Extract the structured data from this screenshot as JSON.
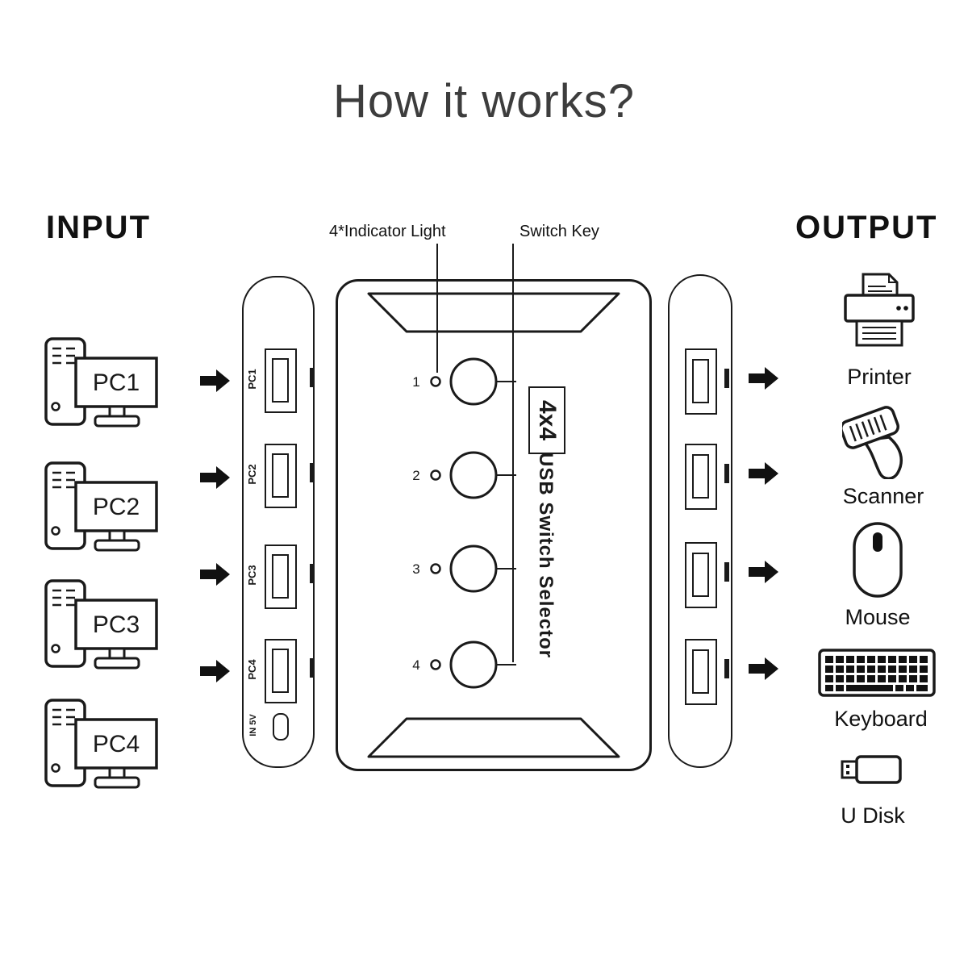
{
  "title": "How it works?",
  "input": {
    "heading": "INPUT",
    "pcs": [
      "PC1",
      "PC2",
      "PC3",
      "PC4"
    ]
  },
  "device": {
    "annotations": {
      "indicator": "4*Indicator Light",
      "switch_key": "Switch Key"
    },
    "model": "4x4",
    "name": "USB Switch Selector",
    "buttons": [
      "1",
      "2",
      "3",
      "4"
    ],
    "input_ports": [
      "PC1",
      "PC2",
      "PC3",
      "PC4"
    ],
    "power_port": "IN 5V"
  },
  "output": {
    "heading": "OUTPUT",
    "devices": [
      "Printer",
      "Scanner",
      "Mouse",
      "Keyboard",
      "U Disk"
    ]
  },
  "colors": {
    "ink": "#1a1a1a",
    "title": "#3d3d3d"
  }
}
